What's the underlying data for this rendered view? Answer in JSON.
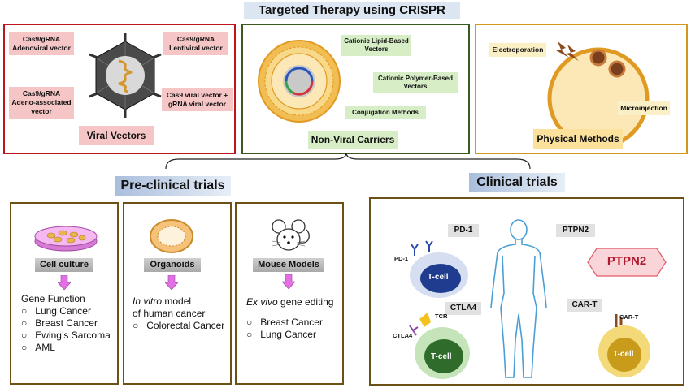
{
  "title": "Targeted Therapy using CRISPR",
  "viral": {
    "adenoviral": "Cas9/gRNA Adenoviral vector",
    "lentiviral": "Cas9/gRNA Lentiviral vector",
    "aav": "Cas9/gRNA Adeno-associated vector",
    "combo": "Cas9 viral vector + gRNA viral vector",
    "label": "Viral Vectors"
  },
  "nonviral": {
    "lipid": "Cationic Lipid-Based Vectors",
    "polymer": "Cationic Polymer-Based Vectors",
    "conjugation": "Conjugation Methods",
    "label": "Non-Viral Carriers"
  },
  "physical": {
    "electroporation": "Electroporation",
    "microinjection": "Microinjection",
    "label": "Physical Methods"
  },
  "preclinical": {
    "title": "Pre-clinical trials",
    "cell": {
      "label": "Cell culture",
      "heading": "Gene Function",
      "items": [
        "Lung Cancer",
        "Breast Cancer",
        "Ewing’s Sarcoma",
        "AML"
      ]
    },
    "organoids": {
      "label": "Organoids",
      "heading_italic": "In vitro",
      "heading_rest": " model",
      "heading2": "of human cancer",
      "items": [
        "Colorectal Cancer"
      ]
    },
    "mouse": {
      "label": "Mouse Models",
      "heading_italic": "Ex vivo",
      "heading_rest": " gene editing",
      "items": [
        "Breast Cancer",
        "Lung Cancer"
      ]
    }
  },
  "clinical": {
    "title": "Clinical trials",
    "pd1": "PD-1",
    "ptpn2": "PTPN2",
    "ptpn2_badge": "PTPN2",
    "ctla4": "CTLA4",
    "cart": "CAR-T",
    "pd1_small": "PD-1",
    "tcr_small": "TCR",
    "ctla4_small": "CTLA4",
    "cart_small": "CAR-T",
    "tcell": "T-cell"
  },
  "colors": {
    "viral_border": "#c0141c",
    "nonviral_border": "#3b5a1f",
    "physical_border": "#cf9a1b",
    "lower_border": "#6b5116",
    "section_bg": "#dce6f3",
    "arrow": "#e170e5"
  },
  "icons": {
    "bullet": "○"
  }
}
